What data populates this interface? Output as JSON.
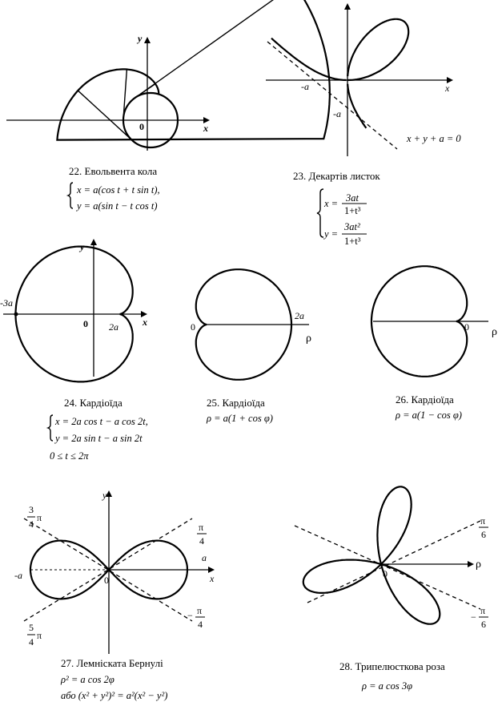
{
  "figures": {
    "f22": {
      "caption": "22. Евольвента кола",
      "eq1": "x = a(cos t + t sin t),",
      "eq2": "y = a(sin t − t cos t)",
      "x_label": "x",
      "y_label": "y",
      "origin": "0"
    },
    "f23": {
      "caption": "23. Декартів листок",
      "x_num": "3at",
      "x_den": "1+t³",
      "y_num": "3at²",
      "y_den": "1+t³",
      "x_label": "x",
      "neg_a_x": "-a",
      "neg_a_y": "-a",
      "asymptote": "x + y + a = 0"
    },
    "f24": {
      "caption": "24. Кардіоїда",
      "eq1": "x = 2a cos t − a cos 2t,",
      "eq2": "y = 2a sin t − a sin 2t",
      "range": "0 ≤ t ≤ 2π",
      "x_label": "x",
      "y_label": "y",
      "origin": "0",
      "left_label": "-3a",
      "right_label": "2a"
    },
    "f25": {
      "caption": "25. Кардіоїда",
      "eq": "ρ = a(1 + cos φ)",
      "zero": "0",
      "right_label": "2a",
      "rho": "ρ"
    },
    "f26": {
      "caption": "26. Кардіоїда",
      "eq": "ρ = a(1 − cos φ)",
      "zero": "0",
      "rho": "ρ"
    },
    "f27": {
      "caption": "27. Лемніската Бернулі",
      "eq1": "ρ² = a cos 2φ",
      "eq2": "або (x² + y²)² = a²(x² − y²)",
      "y_label": "y",
      "x_label": "x",
      "a_label": "a",
      "neg_a": "-a",
      "origin": "0",
      "top_left_num": "3",
      "top_left_den": "4",
      "top_left_pi": "π",
      "bot_left_num": "5",
      "bot_left_den": "4",
      "bot_left_pi": "π",
      "top_right_num": "π",
      "top_right_den": "4",
      "bot_right_num": "π",
      "bot_right_den": "4",
      "bot_right_sign": "−"
    },
    "f28": {
      "caption": "28. Трипелюсткова роза",
      "eq": "ρ = a cos 3φ",
      "zero": "0",
      "rho": "ρ",
      "top_num": "π",
      "top_den": "6",
      "bot_num": "π",
      "bot_den": "6",
      "bot_sign": "−"
    }
  }
}
